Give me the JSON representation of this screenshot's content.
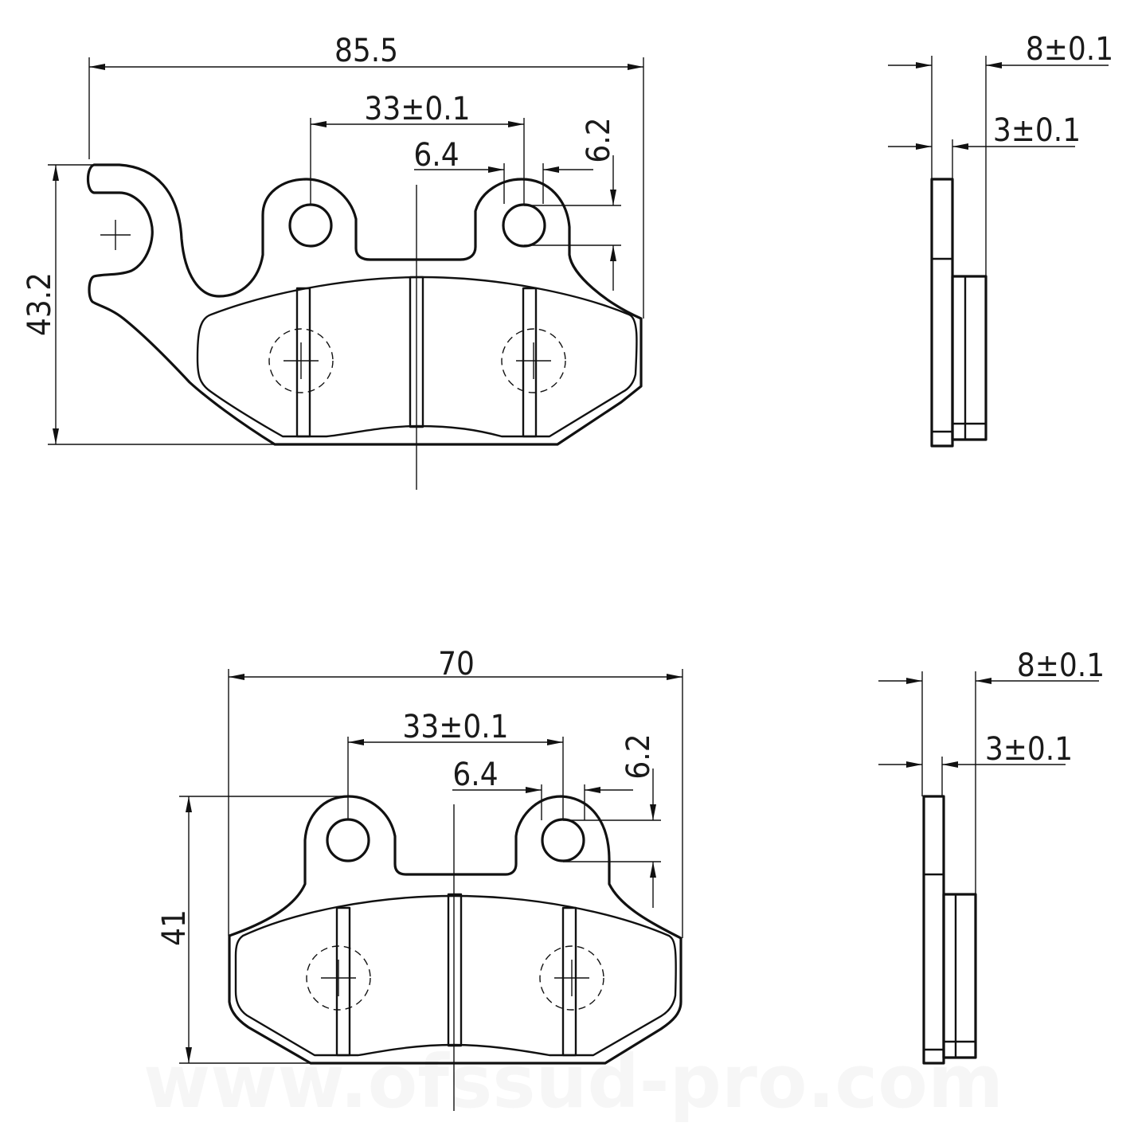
{
  "watermark": "www.ofssud-pro.com",
  "colors": {
    "line": "#111111",
    "text": "#1a1a1a",
    "background": "#ffffff"
  },
  "pad_1": {
    "overall_width": "85.5",
    "hole_spacing": "33±0.1",
    "hole_diameter": "6.4",
    "hole_offset": "6.2",
    "overall_height": "43.2"
  },
  "pad_1_side": {
    "total_thickness": "8±0.1",
    "plate_thickness": "3±0.1"
  },
  "pad_2": {
    "overall_width": "70",
    "hole_spacing": "33±0.1",
    "hole_diameter": "6.4",
    "hole_offset": "6.2",
    "overall_height": "41"
  },
  "pad_2_side": {
    "total_thickness": "8±0.1",
    "plate_thickness": "3±0.1"
  }
}
